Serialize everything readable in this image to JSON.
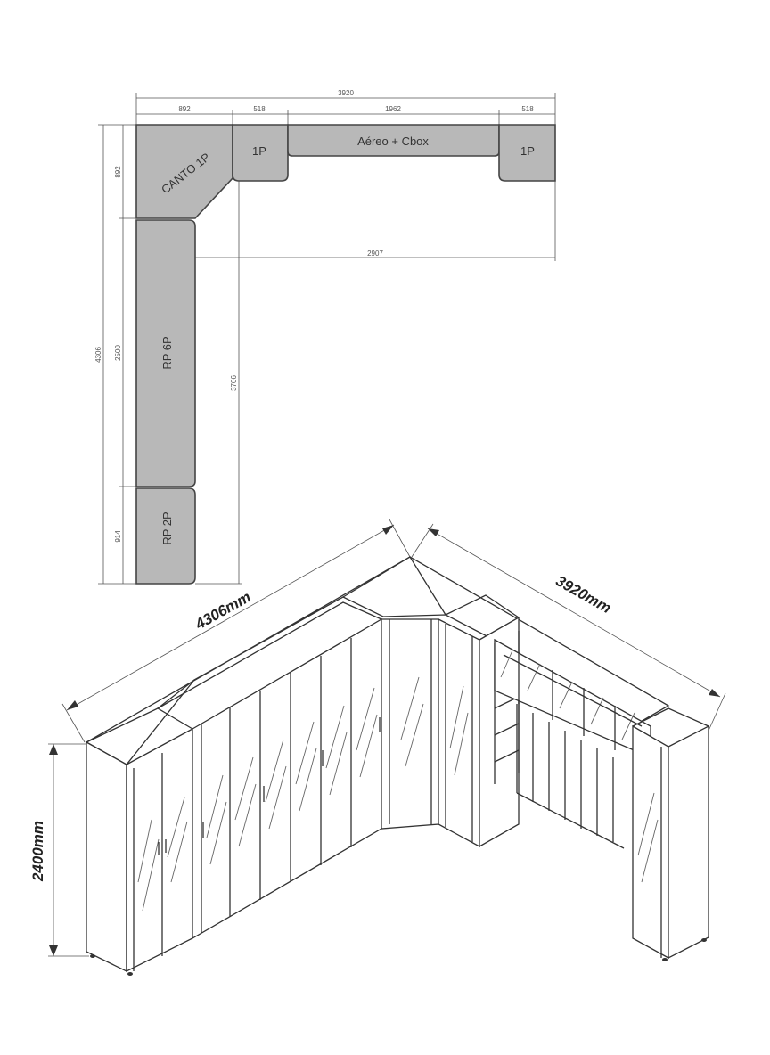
{
  "plan": {
    "dims": {
      "total_top": "3920",
      "seg1": "892",
      "seg2": "518",
      "seg3": "1962",
      "seg4": "518",
      "inner_width": "2907",
      "left_total": "4306",
      "left_corner": "892",
      "left_mid": "2500",
      "left_bottom": "914",
      "inner_height": "3706"
    },
    "modules": {
      "corner": "CANTO 1P",
      "top_1p_left": "1P",
      "aereo": "Aéreo + Cbox",
      "top_1p_right": "1P",
      "rp6p": "RP 6P",
      "rp2p": "RP 2P"
    }
  },
  "iso": {
    "width_left": "4306mm",
    "width_right": "3920mm",
    "height": "2400mm"
  },
  "colors": {
    "module_fill": "#b8b8b8",
    "line": "#333333"
  }
}
